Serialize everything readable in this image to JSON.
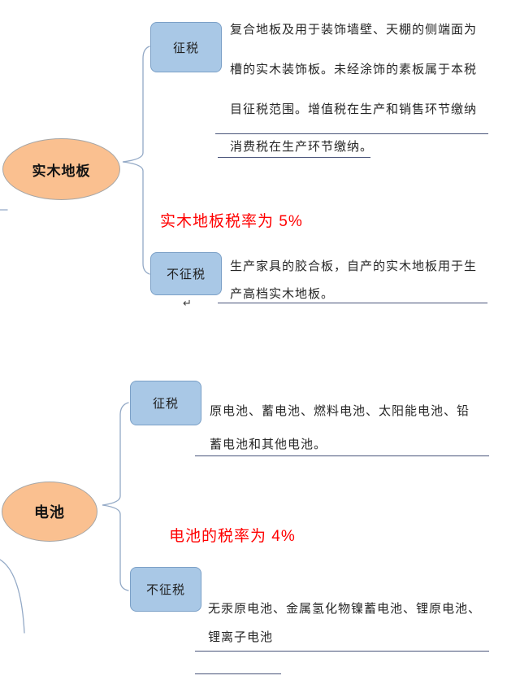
{
  "colors": {
    "ellipse_fill": "#FAC090",
    "ellipse_border": "#A6A6A6",
    "box_fill": "#A9C8E6",
    "box_border": "#7BA0C7",
    "red_text": "#FF0000",
    "connector": "#93A9C6",
    "underline": "#49547A"
  },
  "marks": {
    "return_mark": "↵"
  },
  "sections": [
    {
      "topic": "实木地板",
      "taxable_label": "征税",
      "taxable_lines": [
        "复合地板及用于装饰墙壁、天棚的侧端面为",
        "槽的实木装饰板。未经涂饰的素板属于本税",
        "目征税范围。增值税在生产和销售环节缴纳",
        "消费税在生产环节缴纳。"
      ],
      "rate_note": "实木地板税率为 5%",
      "nontaxable_label": "不征税",
      "nontaxable_lines": [
        "生产家具的胶合板，自产的实木地板用于生",
        "产高档实木地板。"
      ]
    },
    {
      "topic": "电池",
      "taxable_label": "征税",
      "taxable_lines": [
        "原电池、蓄电池、燃料电池、太阳能电池、铅",
        "蓄电池和其他电池。"
      ],
      "rate_note": "电池的税率为 4%",
      "nontaxable_label": "不征税",
      "nontaxable_lines": [
        "无汞原电池、金属氢化物镍蓄电池、锂原电池、",
        "锂离子电池"
      ]
    }
  ]
}
